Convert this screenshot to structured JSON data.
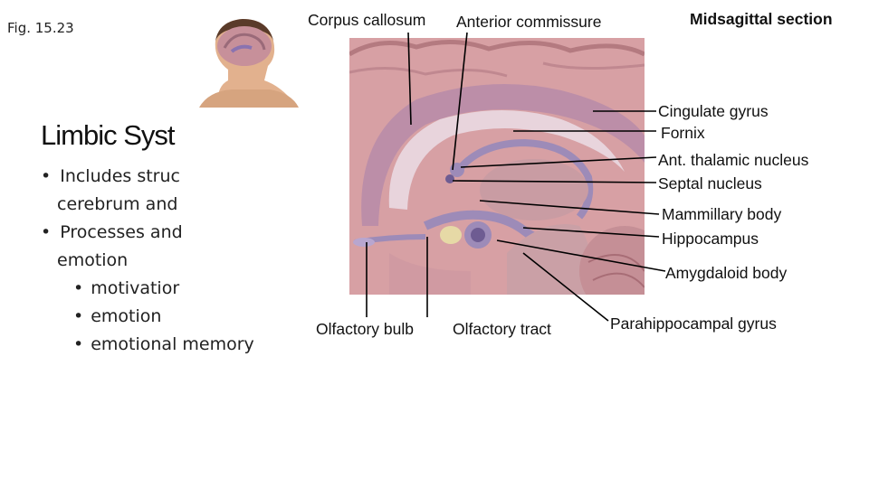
{
  "slide": {
    "fig_label": "Fig. 15.23",
    "title": "Limbic Syst",
    "bullets": [
      {
        "text": "Includes struc",
        "level": 1
      },
      {
        "text": "cerebrum and",
        "level": 1,
        "continuation": true
      },
      {
        "text": "Processes and",
        "level": 1
      },
      {
        "text": "emotion",
        "level": 1,
        "continuation": true
      },
      {
        "text": "motivatior",
        "level": 2
      },
      {
        "text": "emotion",
        "level": 2
      },
      {
        "text": "emotional memory",
        "level": 2
      }
    ],
    "bullet_glyph": "•"
  },
  "diagram": {
    "heading": "Midsagittal section",
    "labels": {
      "corpus_callosum": "Corpus callosum",
      "anterior_commissure": "Anterior commissure",
      "cingulate_gyrus": "Cingulate gyrus",
      "fornix": "Fornix",
      "ant_thalamic_nucleus": "Ant. thalamic nucleus",
      "septal_nucleus": "Septal nucleus",
      "mammillary_body": "Mammillary body",
      "hippocampus": "Hippocampus",
      "amygdaloid_body": "Amygdaloid body",
      "olfactory_bulb": "Olfactory bulb",
      "olfactory_tract": "Olfactory tract",
      "parahippocampal_gyrus": "Parahippocampal gyrus"
    },
    "colors": {
      "brain_tissue": "#d9a3a6",
      "cortex_dark": "#b97c82",
      "limbic_purple": "#9d8bb8",
      "limbic_light": "#c6b8d8",
      "leader_line": "#000000"
    }
  }
}
